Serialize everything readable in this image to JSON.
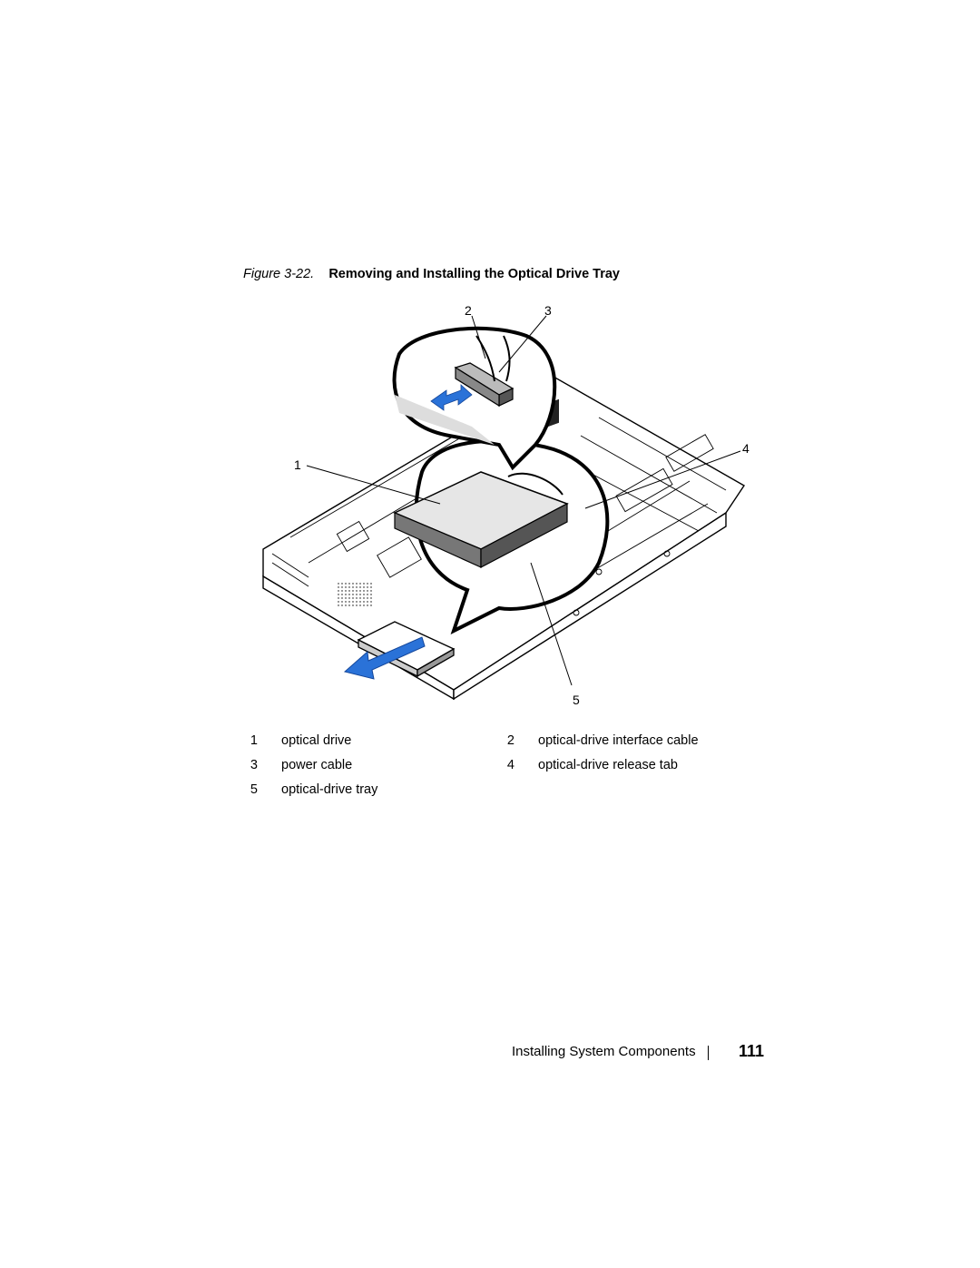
{
  "figure": {
    "label": "Figure 3-22.",
    "title": "Removing and Installing the Optical Drive Tray",
    "callouts": [
      "1",
      "2",
      "3",
      "4",
      "5"
    ]
  },
  "legend": [
    {
      "num": "1",
      "text": "optical drive"
    },
    {
      "num": "2",
      "text": "optical-drive interface cable"
    },
    {
      "num": "3",
      "text": "power cable"
    },
    {
      "num": "4",
      "text": "optical-drive release tab"
    },
    {
      "num": "5",
      "text": "optical-drive tray"
    }
  ],
  "footer": {
    "section": "Installing System Components",
    "page": "111"
  },
  "colors": {
    "arrow_blue": "#2a72d8",
    "line": "#000000"
  }
}
